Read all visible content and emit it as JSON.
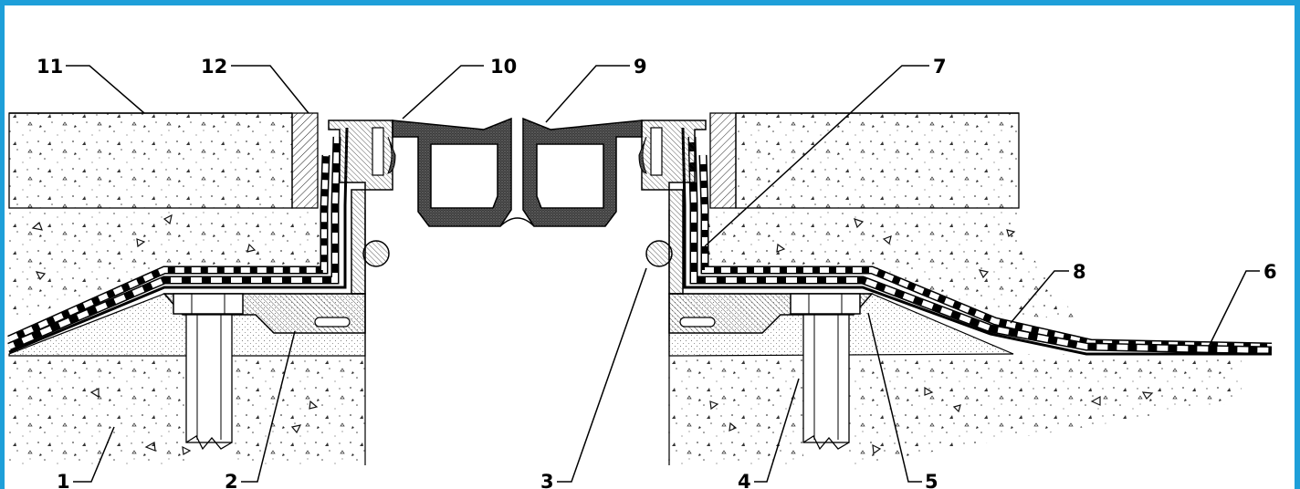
{
  "diagram": {
    "frame_color": "#1e9fd9",
    "callouts": [
      {
        "id": "c1",
        "label": "1"
      },
      {
        "id": "c2",
        "label": "2"
      },
      {
        "id": "c3",
        "label": "3"
      },
      {
        "id": "c4",
        "label": "4"
      },
      {
        "id": "c5",
        "label": "5"
      },
      {
        "id": "c6",
        "label": "6"
      },
      {
        "id": "c7",
        "label": "7"
      },
      {
        "id": "c8",
        "label": "8"
      },
      {
        "id": "c9",
        "label": "9"
      },
      {
        "id": "c10",
        "label": "10"
      },
      {
        "id": "c11",
        "label": "11"
      },
      {
        "id": "c12",
        "label": "12"
      }
    ]
  }
}
